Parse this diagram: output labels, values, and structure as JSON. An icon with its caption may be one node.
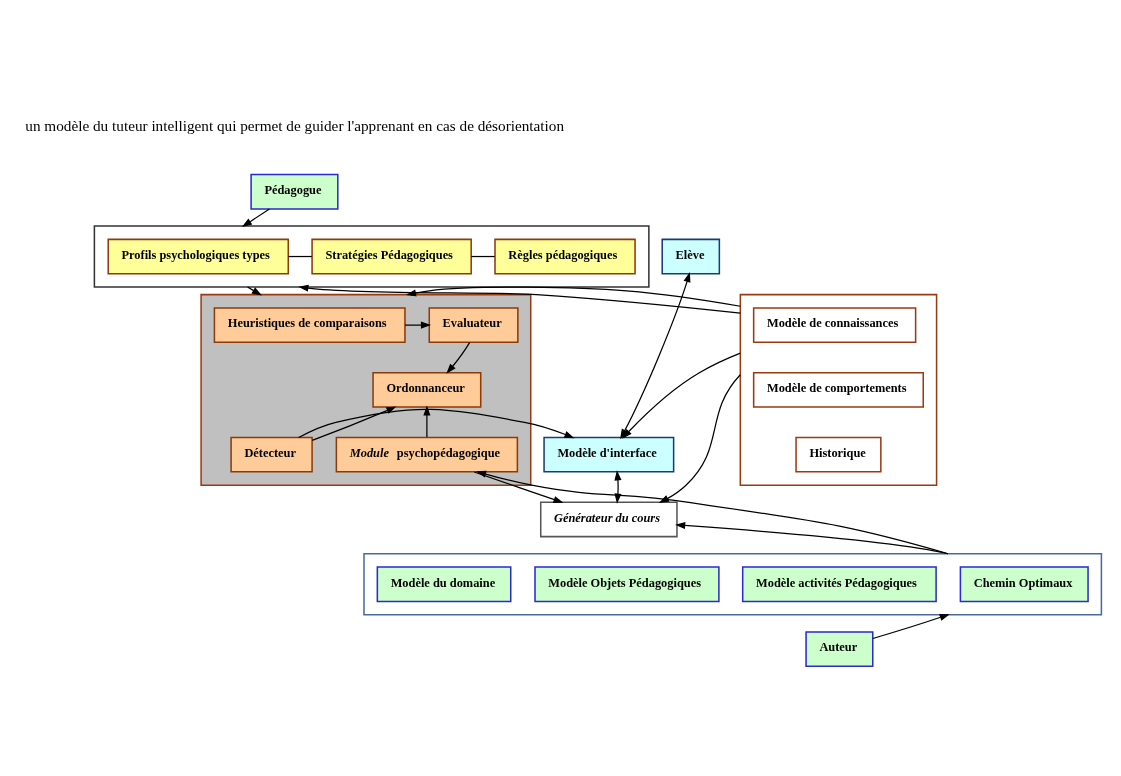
{
  "diagram": {
    "nodes": [
      {
        "text": [
          "Pédagogue"
        ]
      },
      {
        "text": [],
        "shape": "box"
      },
      {
        "text": [
          "Profils psychologiques types"
        ],
        "in": 1
      },
      {
        "text": [
          "Stratégies Pédagogiques"
        ],
        "in": 1
      },
      {
        "text": [
          "Règles pédagogiques"
        ],
        "in": 1
      },
      {
        "text": [
          "Elève"
        ]
      },
      {
        "text": [],
        "shape": "box"
      },
      {
        "text": [
          "Modèle de connaissances"
        ],
        "in": 6
      },
      {
        "text": [
          "Modèle de comportements"
        ],
        "in": 6
      },
      {
        "text": [
          "Historique"
        ],
        "in": 6
      },
      {
        "text": [],
        "shape": "box"
      },
      {
        "text": [
          "Heuristiques de comparaisons"
        ],
        "in": 10
      },
      {
        "text": [
          "Evaluateur"
        ],
        "in": 10
      },
      {
        "text": [
          "Ordonnanceur"
        ],
        "in": 10
      },
      {
        "text": [
          "*Module* psychopédagogique"
        ],
        "in": 10
      },
      {
        "text": [
          "Détecteur"
        ],
        "in": 10
      },
      {
        "text": [
          "Modèle d'interface"
        ]
      },
      {
        "text": [
          "Générateur du cours"
        ]
      },
      {
        "text": [],
        "shape": "box"
      },
      {
        "text": [
          "Chemin Optimaux"
        ],
        "in": 18
      },
      {
        "text": [
          "Modèle activités Pédagogiques"
        ],
        "in": 18
      },
      {
        "text": [
          "Modèle Objets Pédagogiques"
        ],
        "in": 18
      },
      {
        "text": [
          "Modèle du domaine"
        ],
        "in": 18
      },
      {
        "text": [
          "Auteur"
        ]
      }
    ],
    "edges": [
      {
        "from": 0,
        "to": 1,
        "arrow": "to"
      },
      {
        "from": 2,
        "to": 3,
        "arrow": "none"
      },
      {
        "from": 3,
        "to": 4,
        "arrow": "none"
      },
      {
        "from": 6,
        "to": 1,
        "arrow": "to"
      },
      {
        "from": 1,
        "to": 10,
        "arrow": "to"
      },
      {
        "from": 6,
        "to": 10,
        "arrow": "to"
      },
      {
        "from": 11,
        "to": 12,
        "arrow": "to"
      },
      {
        "from": 12,
        "to": 13,
        "arrow": "to"
      },
      {
        "from": 14,
        "to": 13,
        "arrow": "to"
      },
      {
        "from": 15,
        "to": 13,
        "arrow": "to"
      },
      {
        "from": 15,
        "to": 16,
        "arrow": "to"
      },
      {
        "from": 14,
        "to": 17,
        "arrow": "to"
      },
      {
        "from": 6,
        "to": 16,
        "arrow": "to"
      },
      {
        "from": 6,
        "to": 17,
        "arrow": "to"
      },
      {
        "from": 5,
        "to": 16,
        "arrow": "both"
      },
      {
        "from": 16,
        "to": 17,
        "arrow": "both"
      },
      {
        "from": 18,
        "to": 14,
        "arrow": "to"
      },
      {
        "from": 18,
        "to": 17,
        "arrow": "to"
      },
      {
        "from": 23,
        "to": 18,
        "arrow": "to"
      }
    ],
    "labels": [
      "un modèle du tuteur intelligent qui permet de guider l'apprenant en cas de désorientation"
    ]
  }
}
